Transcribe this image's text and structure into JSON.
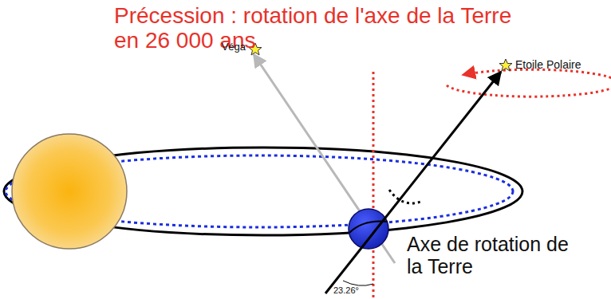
{
  "diagram": {
    "title": "Précession : rotation de l'axe de la Terre en 26 000 ans",
    "labels": [
      "Véga",
      "Etoile Polaire",
      "Axe de rotation de la Terre",
      "23.26°"
    ]
  }
}
